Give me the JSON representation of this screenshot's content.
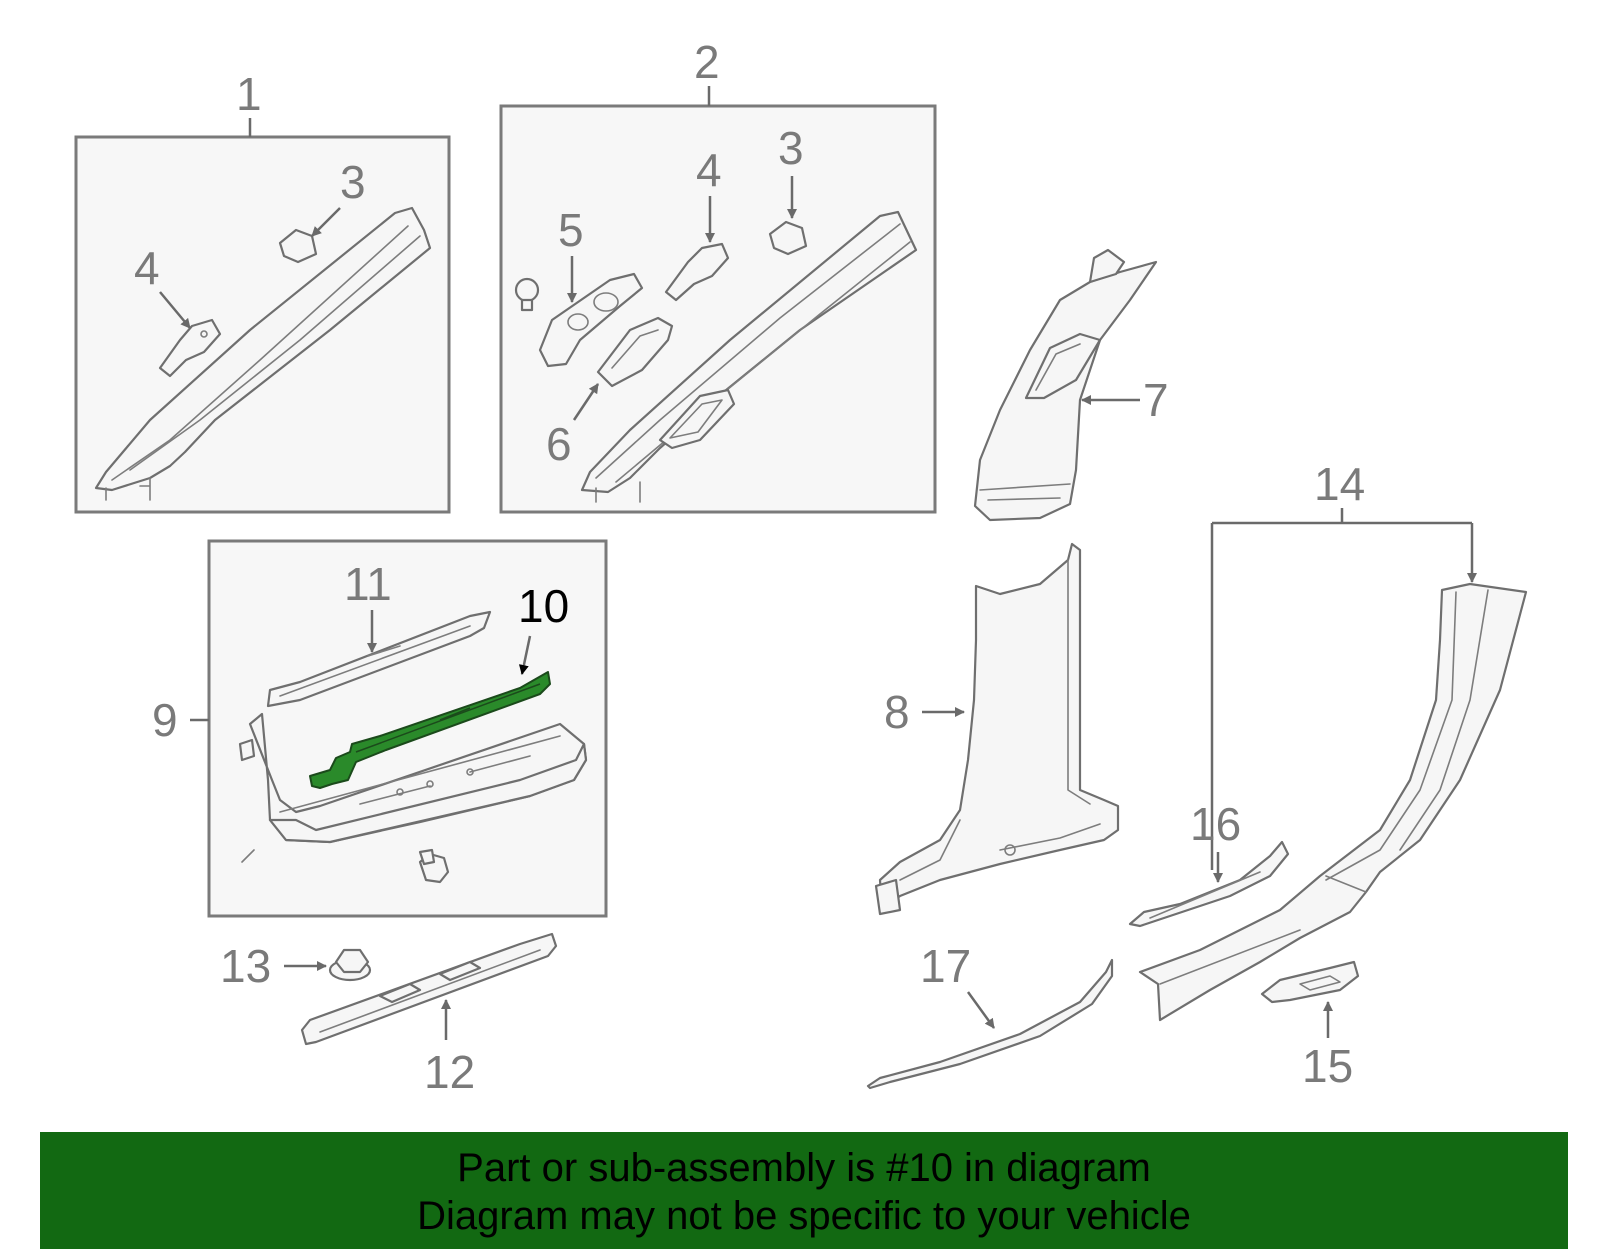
{
  "callouts": {
    "c1": "1",
    "c2": "2",
    "c3a": "3",
    "c3b": "3",
    "c4a": "4",
    "c4b": "4",
    "c5": "5",
    "c6": "6",
    "c7": "7",
    "c8": "8",
    "c9": "9",
    "c10": "10",
    "c11": "11",
    "c12": "12",
    "c13": "13",
    "c14": "14",
    "c15": "15",
    "c16": "16",
    "c17": "17"
  },
  "highlight": {
    "part_number": "10",
    "color": "#2a8a2a"
  },
  "banner": {
    "line1": "Part or sub-assembly is #10 in diagram",
    "line2": "Diagram may not be specific to your vehicle",
    "background": "#126912"
  }
}
